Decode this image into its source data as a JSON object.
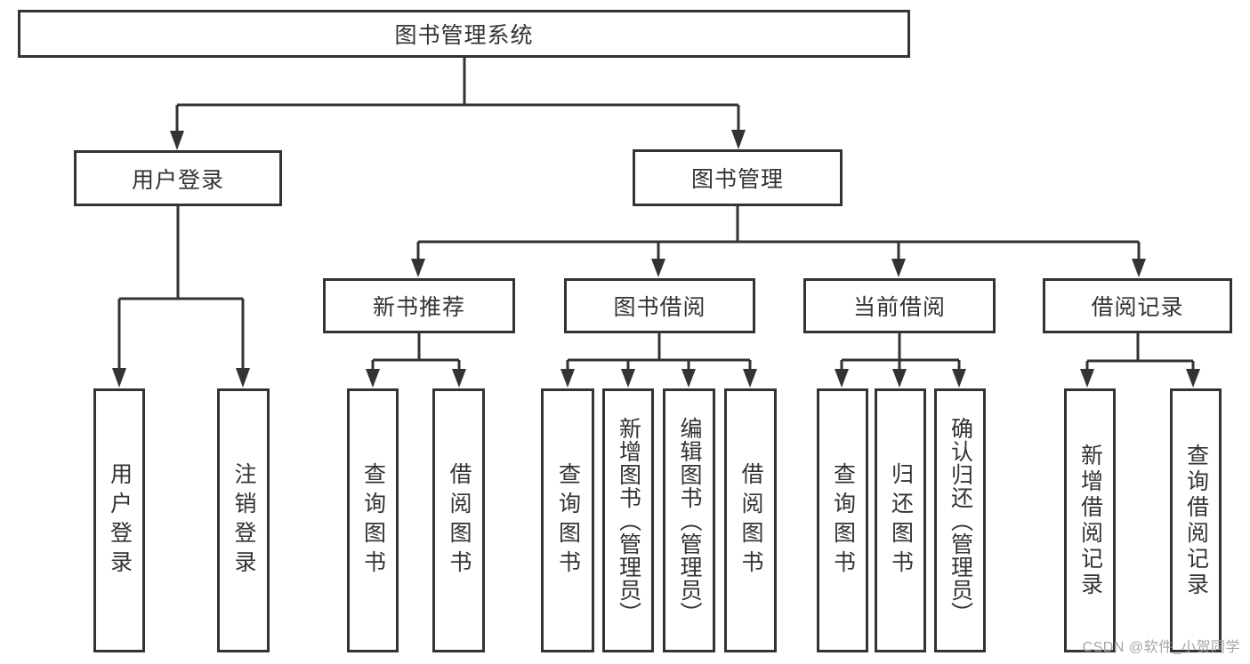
{
  "diagram": {
    "type": "hierarchy-tree",
    "root": {
      "label": "图书管理系统"
    },
    "branches": {
      "user_login": {
        "label": "用户登录",
        "children": [
          {
            "label": "用户登录"
          },
          {
            "label": "注销登录"
          }
        ]
      },
      "book_mgmt": {
        "label": "图书管理",
        "children": [
          {
            "label": "新书推荐",
            "children": [
              {
                "label": "查询图书"
              },
              {
                "label": "借阅图书"
              }
            ]
          },
          {
            "label": "图书借阅",
            "children": [
              {
                "label": "查询图书"
              },
              {
                "label": "新增图书（管理员）"
              },
              {
                "label": "编辑图书（管理员）"
              },
              {
                "label": "借阅图书"
              }
            ]
          },
          {
            "label": "当前借阅",
            "children": [
              {
                "label": "查询图书"
              },
              {
                "label": "归还图书"
              },
              {
                "label": "确认归还（管理员）"
              }
            ]
          },
          {
            "label": "借阅记录",
            "children": [
              {
                "label": "新增借阅记录"
              },
              {
                "label": "查询借阅记录"
              }
            ]
          }
        ]
      }
    }
  },
  "colors": {
    "line": "#333333",
    "text": "#333333",
    "watermark": "#a6a6ab",
    "background": "#ffffff"
  },
  "watermark": {
    "text": "CSDN @软件_小贺同学"
  }
}
